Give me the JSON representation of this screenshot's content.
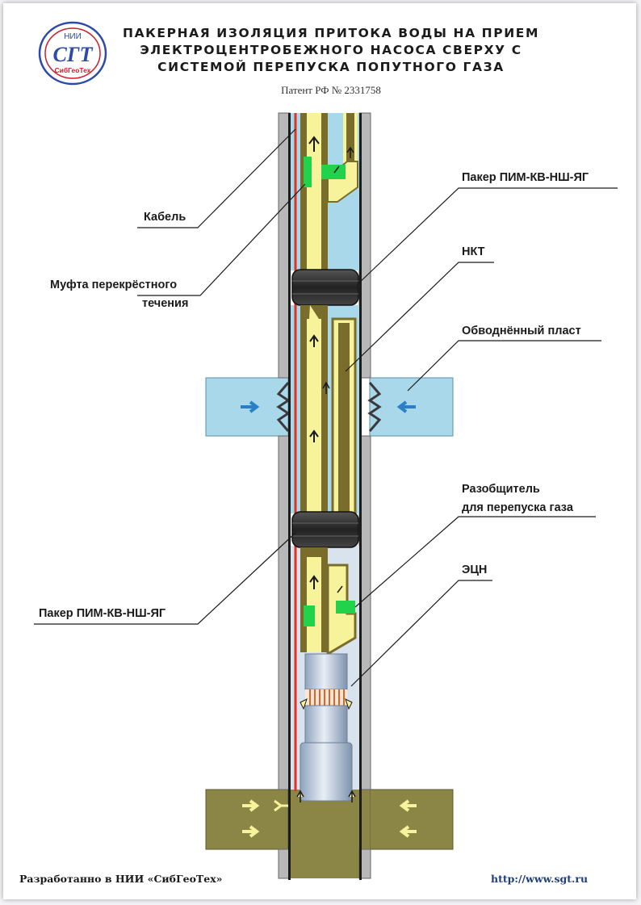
{
  "header": {
    "title_lines": [
      "ПАКЕРНАЯ ИЗОЛЯЦИЯ ПРИТОКА ВОДЫ НА ПРИЕМ",
      "ЭЛЕКТРОЦЕНТРОБЕЖНОГО НАСОСА СВЕРХУ С",
      "СИСТЕМОЙ ПЕРЕПУСКА ПОПУТНОГО ГАЗА"
    ],
    "patent": "Патент РФ № 2331758"
  },
  "logo": {
    "top": "НИИ",
    "main": "СГТ",
    "bottom": "СибГеоТех"
  },
  "labels": {
    "cable": "Кабель",
    "coupling_line1": "Муфта перекрёстного",
    "coupling_line2": "течения",
    "packer_top": "Пакер ПИМ-КВ-НШ-ЯГ",
    "tubing": "НКТ",
    "watered_layer": "Обводнённый пласт",
    "separator_line1": "Разобщитель",
    "separator_line2": "для перепуска газа",
    "pump": "ЭЦН",
    "packer_bottom": "Пакер ПИМ-КВ-НШ-ЯГ"
  },
  "footer": {
    "developer": "Разработанно в НИИ «СибГеоТех»",
    "url": "http://www.sgt.ru"
  },
  "colors": {
    "water_layer": "#a9d8ea",
    "oil_layer": "#8c8646",
    "yellow_annulus": "#f7f39a",
    "tubing_brown": "#7a6d2c",
    "packer_dark": "#2e2e2e",
    "green_coupling": "#22d24a",
    "cable_red": "#e0321e",
    "steel": "#b9c6d6",
    "logo_blue": "#2e4aa8",
    "logo_red": "#c8202a"
  }
}
